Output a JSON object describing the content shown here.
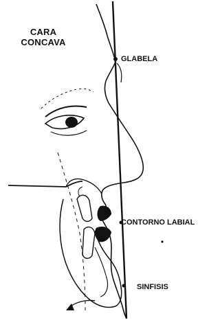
{
  "title": {
    "line1": "CARA",
    "line2": "CONCAVA"
  },
  "labels": {
    "glabela": "GLABELA",
    "contorno_labial": "CONTORNO LABIAL",
    "sinfisis": "SINFISIS"
  },
  "colors": {
    "ink": "#111111",
    "background": "#ffffff"
  }
}
